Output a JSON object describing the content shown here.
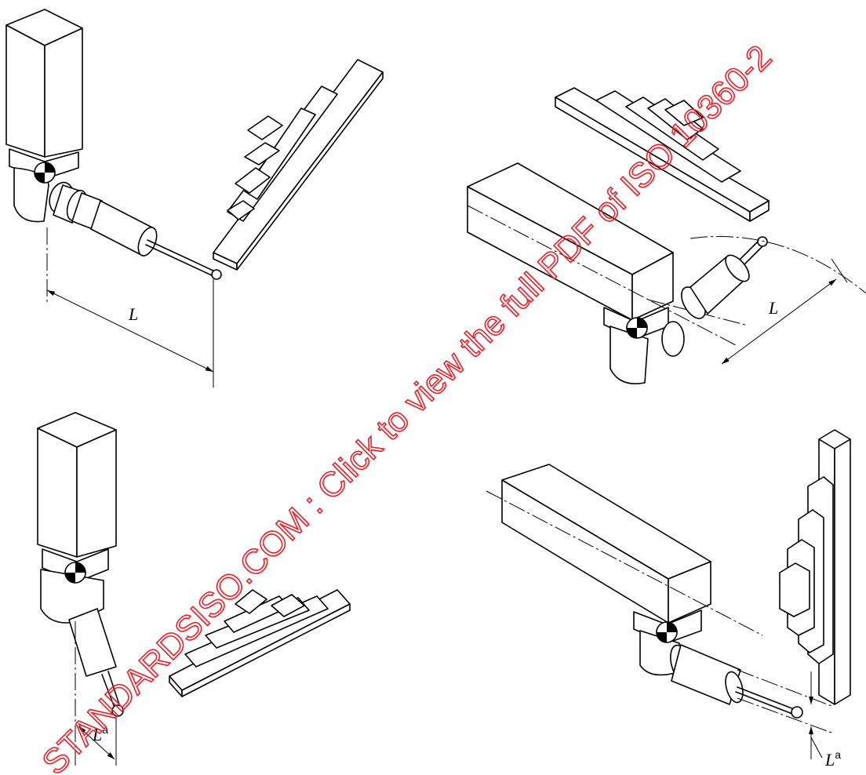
{
  "figure": {
    "labels": {
      "top_left": "L",
      "top_right": "L",
      "bottom_left_main": "L",
      "bottom_left_sup": "a",
      "bottom_right_main": "L",
      "bottom_right_sup": "a"
    },
    "watermark": "STANDARDSISO.COM : Click to view the full PDF of ISO 10360-2",
    "colors": {
      "line": "#000000",
      "watermark": "#e8202a",
      "background": "#ffffff"
    }
  }
}
